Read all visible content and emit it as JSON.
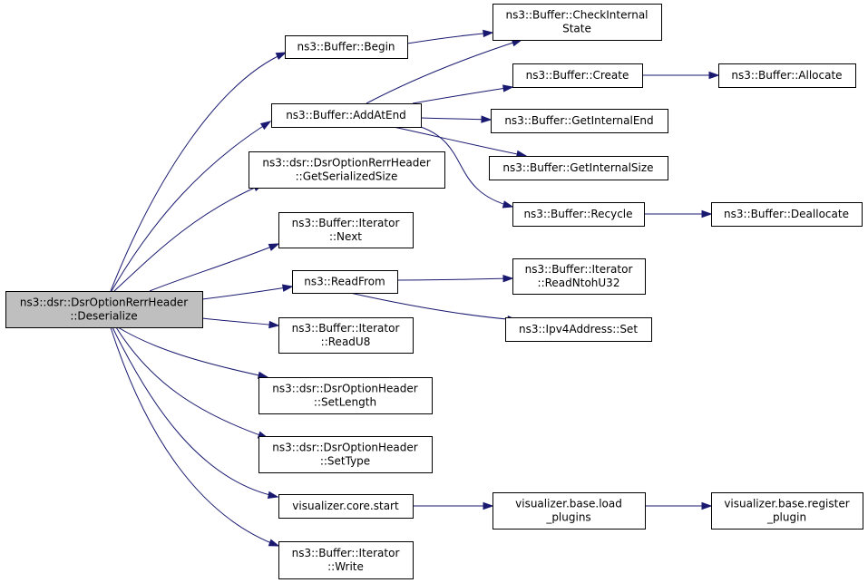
{
  "colors": {
    "root_fill": "#bfbfbf",
    "node_fill": "#ffffff",
    "node_border": "#000000",
    "edge": "#191970"
  },
  "nodes": [
    {
      "id": "deserialize",
      "lines": [
        "ns3::dsr::DsrOptionRerrHeader",
        "::Deserialize"
      ],
      "root": true
    },
    {
      "id": "begin",
      "lines": [
        "ns3::Buffer::Begin"
      ]
    },
    {
      "id": "addatend",
      "lines": [
        "ns3::Buffer::AddAtEnd"
      ]
    },
    {
      "id": "getserializedsize",
      "lines": [
        "ns3::dsr::DsrOptionRerrHeader",
        "::GetSerializedSize"
      ]
    },
    {
      "id": "iter-next",
      "lines": [
        "ns3::Buffer::Iterator",
        "::Next"
      ]
    },
    {
      "id": "readfrom",
      "lines": [
        "ns3::ReadFrom"
      ]
    },
    {
      "id": "iter-readu8",
      "lines": [
        "ns3::Buffer::Iterator",
        "::ReadU8"
      ]
    },
    {
      "id": "setlength",
      "lines": [
        "ns3::dsr::DsrOptionHeader",
        "::SetLength"
      ]
    },
    {
      "id": "settype",
      "lines": [
        "ns3::dsr::DsrOptionHeader",
        "::SetType"
      ]
    },
    {
      "id": "core-start",
      "lines": [
        "visualizer.core.start"
      ]
    },
    {
      "id": "iter-write",
      "lines": [
        "ns3::Buffer::Iterator",
        "::Write"
      ]
    },
    {
      "id": "checkinternal",
      "lines": [
        "ns3::Buffer::CheckInternal",
        "State"
      ]
    },
    {
      "id": "create",
      "lines": [
        "ns3::Buffer::Create"
      ]
    },
    {
      "id": "getinternalend",
      "lines": [
        "ns3::Buffer::GetInternalEnd"
      ]
    },
    {
      "id": "getinternalsize",
      "lines": [
        "ns3::Buffer::GetInternalSize"
      ]
    },
    {
      "id": "recycle",
      "lines": [
        "ns3::Buffer::Recycle"
      ]
    },
    {
      "id": "readntohu32",
      "lines": [
        "ns3::Buffer::Iterator",
        "::ReadNtohU32"
      ]
    },
    {
      "id": "ipv4-set",
      "lines": [
        "ns3::Ipv4Address::Set"
      ]
    },
    {
      "id": "load-plugins",
      "lines": [
        "visualizer.base.load",
        "_plugins"
      ]
    },
    {
      "id": "allocate",
      "lines": [
        "ns3::Buffer::Allocate"
      ]
    },
    {
      "id": "deallocate",
      "lines": [
        "ns3::Buffer::Deallocate"
      ]
    },
    {
      "id": "register-plugin",
      "lines": [
        "visualizer.base.register",
        "_plugin"
      ]
    }
  ],
  "edges": [
    {
      "from": "deserialize",
      "to": "begin"
    },
    {
      "from": "deserialize",
      "to": "addatend"
    },
    {
      "from": "deserialize",
      "to": "getserializedsize"
    },
    {
      "from": "deserialize",
      "to": "iter-next"
    },
    {
      "from": "deserialize",
      "to": "readfrom"
    },
    {
      "from": "deserialize",
      "to": "iter-readu8"
    },
    {
      "from": "deserialize",
      "to": "setlength"
    },
    {
      "from": "deserialize",
      "to": "settype"
    },
    {
      "from": "deserialize",
      "to": "core-start"
    },
    {
      "from": "deserialize",
      "to": "iter-write"
    },
    {
      "from": "begin",
      "to": "checkinternal"
    },
    {
      "from": "addatend",
      "to": "checkinternal"
    },
    {
      "from": "addatend",
      "to": "create"
    },
    {
      "from": "addatend",
      "to": "getinternalend"
    },
    {
      "from": "addatend",
      "to": "getinternalsize"
    },
    {
      "from": "addatend",
      "to": "recycle"
    },
    {
      "from": "create",
      "to": "allocate"
    },
    {
      "from": "recycle",
      "to": "deallocate"
    },
    {
      "from": "readfrom",
      "to": "readntohu32"
    },
    {
      "from": "readfrom",
      "to": "ipv4-set"
    },
    {
      "from": "core-start",
      "to": "load-plugins"
    },
    {
      "from": "load-plugins",
      "to": "register-plugin"
    }
  ]
}
